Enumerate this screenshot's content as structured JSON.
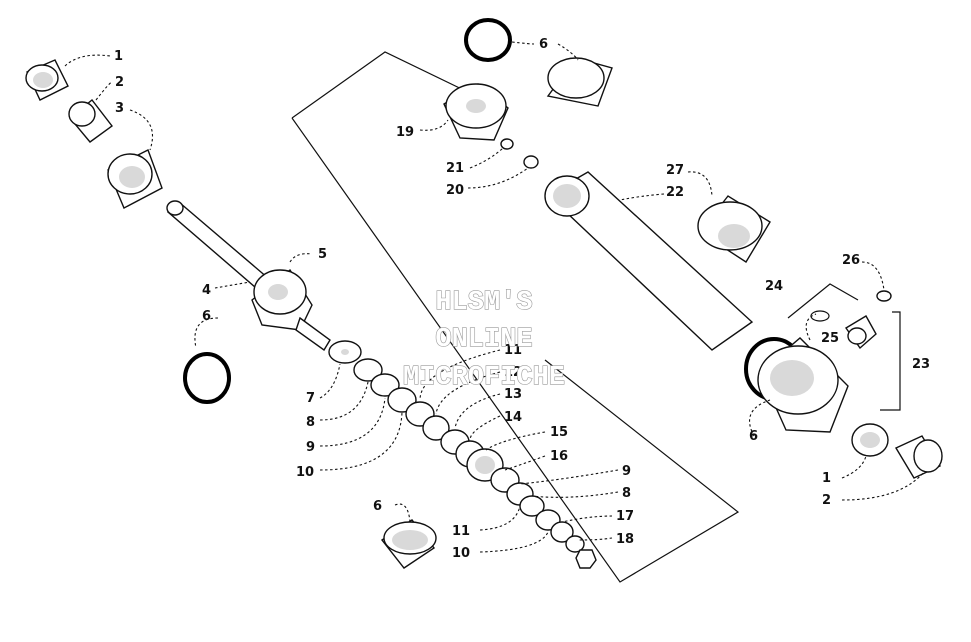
{
  "watermark": {
    "line1": "HLSM'S",
    "line2": "ONLINE",
    "line3": "MICROFICHE"
  },
  "callouts": [
    {
      "id": "c1a",
      "text": "1"
    },
    {
      "id": "c2a",
      "text": "2"
    },
    {
      "id": "c3",
      "text": "3"
    },
    {
      "id": "c4",
      "text": "4"
    },
    {
      "id": "c5",
      "text": "5"
    },
    {
      "id": "c6a",
      "text": "6"
    },
    {
      "id": "c6b",
      "text": "6"
    },
    {
      "id": "c6c",
      "text": "6"
    },
    {
      "id": "c6d",
      "text": "6"
    },
    {
      "id": "c7",
      "text": "7"
    },
    {
      "id": "c8a",
      "text": "8"
    },
    {
      "id": "c9a",
      "text": "9"
    },
    {
      "id": "c10a",
      "text": "10"
    },
    {
      "id": "c11a",
      "text": "11"
    },
    {
      "id": "c12",
      "text": "12"
    },
    {
      "id": "c13",
      "text": "13"
    },
    {
      "id": "c14",
      "text": "14"
    },
    {
      "id": "c15",
      "text": "15"
    },
    {
      "id": "c16",
      "text": "16"
    },
    {
      "id": "c9b",
      "text": "9"
    },
    {
      "id": "c8b",
      "text": "8"
    },
    {
      "id": "c11b",
      "text": "11"
    },
    {
      "id": "c17",
      "text": "17"
    },
    {
      "id": "c10b",
      "text": "10"
    },
    {
      "id": "c18",
      "text": "18"
    },
    {
      "id": "c19",
      "text": "19"
    },
    {
      "id": "c20",
      "text": "20"
    },
    {
      "id": "c21",
      "text": "21"
    },
    {
      "id": "c22",
      "text": "22"
    },
    {
      "id": "c23",
      "text": "23"
    },
    {
      "id": "c24",
      "text": "24"
    },
    {
      "id": "c25",
      "text": "25"
    },
    {
      "id": "c26",
      "text": "26"
    },
    {
      "id": "c27",
      "text": "27"
    },
    {
      "id": "c1b",
      "text": "1"
    },
    {
      "id": "c2b",
      "text": "2"
    }
  ]
}
